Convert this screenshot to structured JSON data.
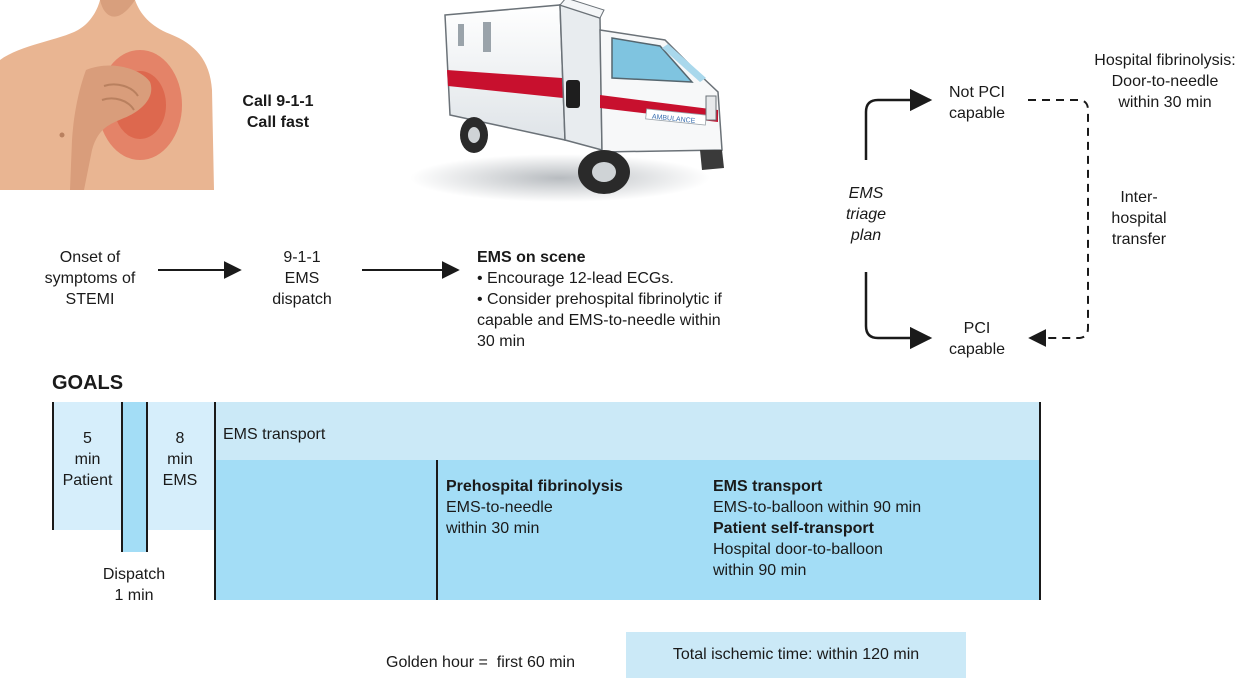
{
  "call": {
    "line1": "Call 9-1-1",
    "line2": "Call fast"
  },
  "ambulance": {
    "side_text": "AMBULANCE"
  },
  "flow": {
    "onset": [
      "Onset of",
      "symptoms of",
      "STEMI"
    ],
    "dispatch": [
      "9-1-1",
      "EMS",
      "dispatch"
    ],
    "scene_title": "EMS on scene",
    "scene_lines": [
      "• Encourage 12-lead ECGs.",
      "• Consider prehospital fibrinolytic if",
      "capable and EMS-to-needle within",
      "30 min"
    ]
  },
  "triage": {
    "plan": [
      "EMS",
      "triage",
      "plan"
    ],
    "not_pci": [
      "Not PCI",
      "capable"
    ],
    "pci": [
      "PCI",
      "capable"
    ],
    "hosp_fib": [
      "Hospital fibrinolysis:",
      "Door-to-needle",
      "within 30 min"
    ],
    "transfer": [
      "Inter-",
      "hospital",
      "transfer"
    ]
  },
  "goals": {
    "heading": "GOALS",
    "patient": [
      "5",
      "min",
      "Patient"
    ],
    "ems": [
      "8",
      "min",
      "EMS"
    ],
    "dispatch": [
      "Dispatch",
      "1 min"
    ],
    "ems_transport": "EMS transport",
    "prehosp_title": "Prehospital fibrinolysis",
    "prehosp_lines": [
      "EMS-to-needle",
      "within 30 min"
    ],
    "transport_title": "EMS transport",
    "transport_line": "EMS-to-balloon within 90 min",
    "self_title": "Patient self-transport",
    "self_lines": [
      "Hospital door-to-balloon",
      "within 90 min"
    ]
  },
  "footer": {
    "golden": "Golden hour =  first 60 min",
    "total": "Total ischemic time: within 120 min"
  },
  "colors": {
    "light_blue": "#d6eefb",
    "mid_blue": "#bfe6f7",
    "deep_blue": "#a3ddf6",
    "skin": "#e9b592",
    "pain": "#e2735a",
    "ambulance_red": "#c8102e"
  }
}
